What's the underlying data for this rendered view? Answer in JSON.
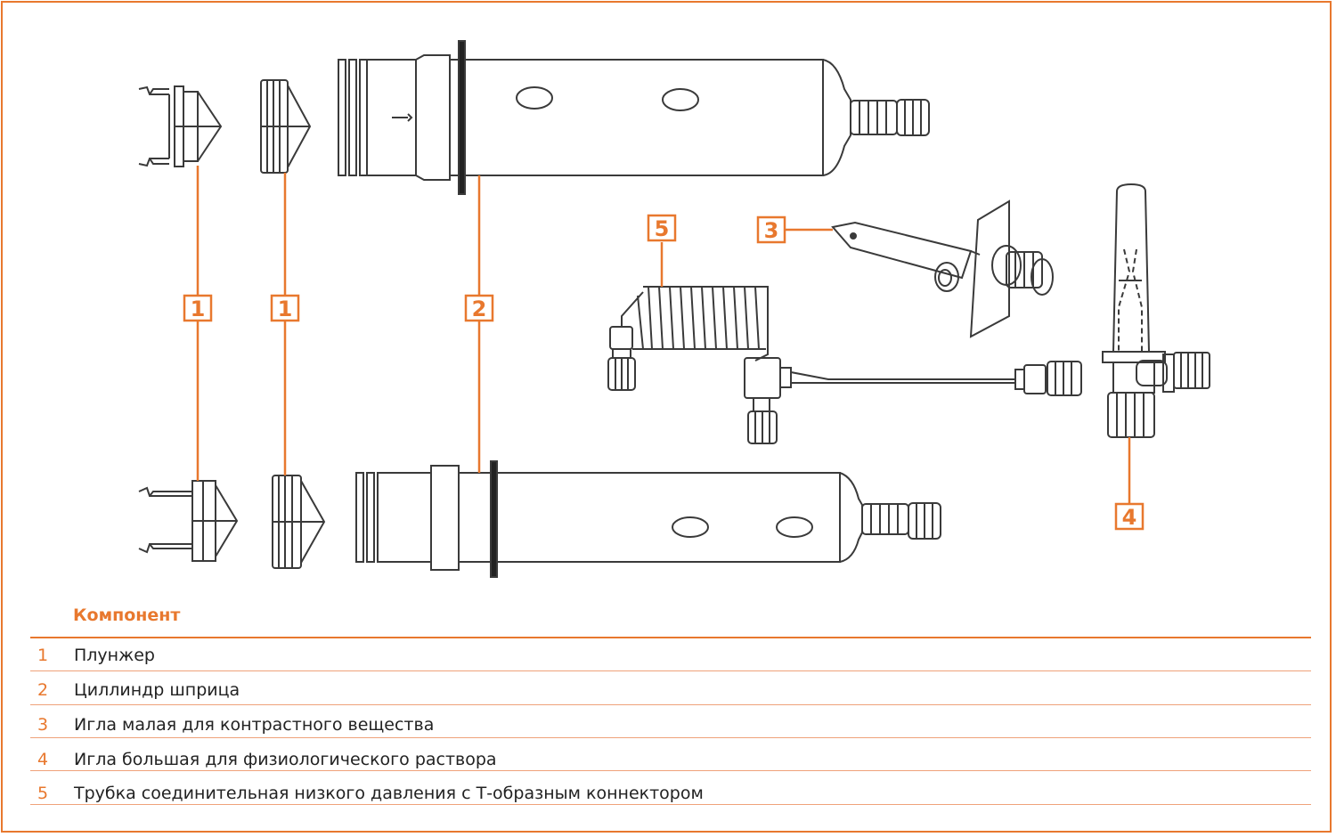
{
  "callouts": [
    "1",
    "1",
    "2",
    "5",
    "3",
    "4"
  ],
  "table": {
    "header": "Компонент",
    "rows": [
      {
        "num": "1",
        "label": "Плунжер"
      },
      {
        "num": "2",
        "label": "Циллиндр шприца"
      },
      {
        "num": "3",
        "label": "Игла малая для контрастного вещества"
      },
      {
        "num": "4",
        "label": "Игла большая для физиологического раствора"
      },
      {
        "num": "5",
        "label": "Трубка соединительная  низкого давления с Т-образным коннектором"
      }
    ]
  },
  "colors": {
    "accent": "#E8782E",
    "line": "#3a3a3a"
  }
}
